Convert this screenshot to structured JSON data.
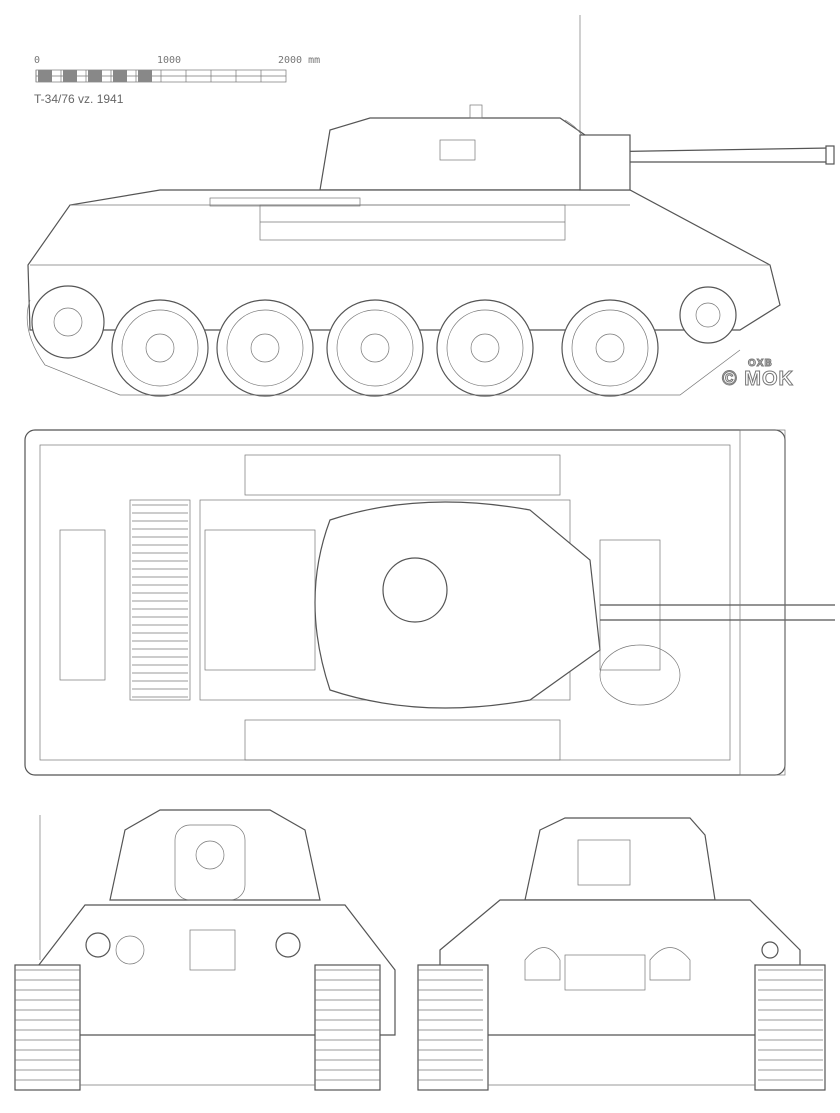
{
  "drawing": {
    "title": "T-34/76 vz. 1941",
    "scale_bar": {
      "labels": [
        "0",
        "1000",
        "2000 mm"
      ]
    },
    "views": [
      "side",
      "top",
      "front",
      "rear"
    ],
    "logo": {
      "copyright": "©",
      "text": "MOK",
      "small_text": "OXB"
    },
    "colors": {
      "line": "#555555",
      "background": "#ffffff"
    }
  }
}
